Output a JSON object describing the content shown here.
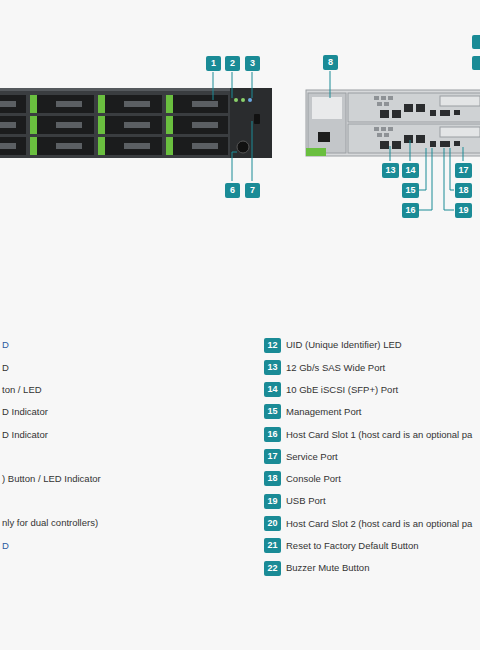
{
  "diagram": {
    "nodes": [
      {
        "text": [
          "1"
        ]
      },
      {
        "text": [
          "2"
        ]
      },
      {
        "text": [
          "3"
        ]
      },
      {
        "text": [
          "8"
        ]
      },
      {
        "text": [
          "13"
        ]
      },
      {
        "text": [
          "14"
        ]
      },
      {
        "text": [
          "17"
        ]
      },
      {
        "text": [
          "6"
        ]
      },
      {
        "text": [
          "7"
        ]
      },
      {
        "text": [
          "15"
        ]
      },
      {
        "text": [
          "18"
        ]
      },
      {
        "text": [
          "16"
        ]
      },
      {
        "text": [
          "19"
        ]
      },
      {
        "text": [
          "12"
        ]
      },
      {
        "text": [
          "13"
        ]
      },
      {
        "text": [
          "14"
        ]
      },
      {
        "text": [
          "15"
        ]
      },
      {
        "text": [
          "16"
        ]
      },
      {
        "text": [
          "17"
        ]
      },
      {
        "text": [
          "18"
        ]
      },
      {
        "text": [
          "19"
        ]
      },
      {
        "text": [
          "20"
        ]
      },
      {
        "text": [
          "21"
        ]
      },
      {
        "text": [
          "22"
        ]
      }
    ],
    "labels": [
      "D",
      "D",
      "ton / LED",
      "D Indicator",
      "D Indicator",
      ") Button / LED Indicator",
      "nly for dual controllers)",
      "D",
      "UID (Unique Identifier) LED",
      "12 Gb/s SAS Wide Port",
      "10 GbE iSCSI (SFP+) Port",
      "Management Port",
      "Host Card Slot 1 (host card is an optional pa",
      "Service Port",
      "Console Port",
      "USB Port",
      "Host Card Slot 2 (host card is an optional pa",
      "Reset to Factory Default Button",
      "Buzzer Mute Button"
    ]
  }
}
